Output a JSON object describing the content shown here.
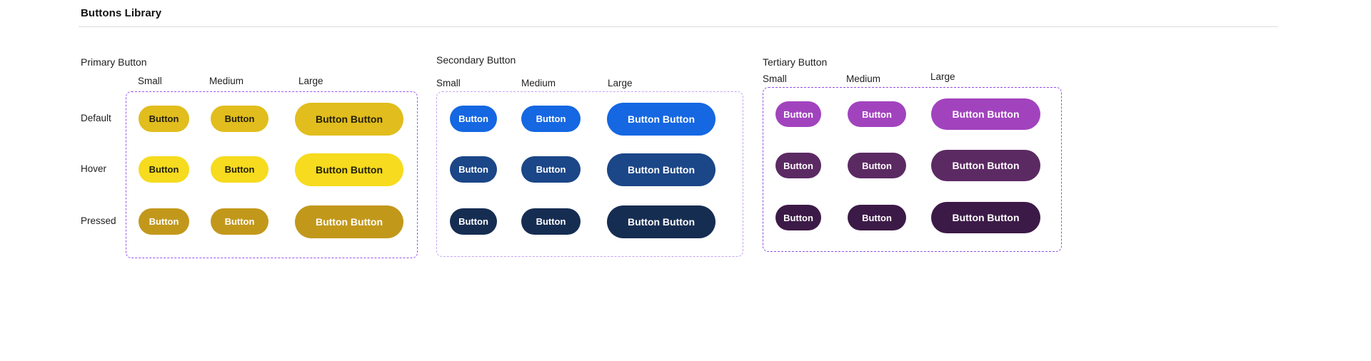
{
  "page": {
    "title": "Buttons Library"
  },
  "columns": [
    "Small",
    "Medium",
    "Large"
  ],
  "rows": [
    "Default",
    "Hover",
    "Pressed"
  ],
  "button_label": "Button",
  "button_label_large": "Button Button",
  "sections": [
    {
      "label": "Primary Button",
      "frame_color": "#9b57f2",
      "states": [
        {
          "name": "Default",
          "bg": "#e1bd1d",
          "fg": "#23200b"
        },
        {
          "name": "Hover",
          "bg": "#f6db1e",
          "fg": "#23200b"
        },
        {
          "name": "Pressed",
          "bg": "#c2981b",
          "fg": "#ffffff"
        }
      ]
    },
    {
      "label": "Secondary Button",
      "frame_color": "#c5a3f5",
      "states": [
        {
          "name": "Default",
          "bg": "#1567e2",
          "fg": "#ffffff"
        },
        {
          "name": "Hover",
          "bg": "#1b4687",
          "fg": "#ffffff"
        },
        {
          "name": "Pressed",
          "bg": "#162d52",
          "fg": "#ffffff"
        }
      ]
    },
    {
      "label": "Tertiary Button",
      "frame_color": "#8f4fe8",
      "states": [
        {
          "name": "Default",
          "bg": "#a243be",
          "fg": "#ffffff"
        },
        {
          "name": "Hover",
          "bg": "#5c2a63",
          "fg": "#ffffff"
        },
        {
          "name": "Pressed",
          "bg": "#3c1a47",
          "fg": "#ffffff"
        }
      ]
    }
  ]
}
